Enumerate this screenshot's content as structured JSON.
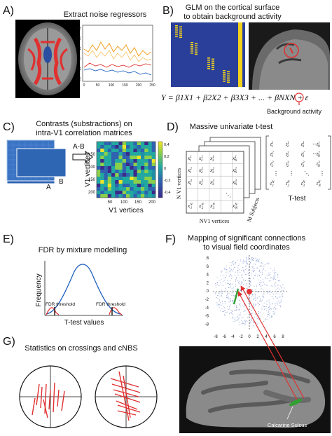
{
  "panels": {
    "a": {
      "letter": "A)",
      "title": "Extract noise regressors",
      "y_ticks": [
        "0.3",
        "0.2",
        "0.1",
        "0",
        "-0.1",
        "-0.2"
      ],
      "x_ticks": [
        "0",
        "50",
        "100",
        "150",
        "200",
        "250"
      ]
    },
    "b": {
      "letter": "B)",
      "title_line1": "GLM on the cortical surface",
      "title_line2": "to obtain background activity",
      "equation": "Y = β1X1 + β2X2 + β3X3 + ... + βNXN + ε",
      "epsilon_label": "Background activity"
    },
    "c": {
      "letter": "C)",
      "title_line1": "Contrasts (substractions) on",
      "title_line2": "intra-V1 correlation matrices",
      "operation": "A-B",
      "label_a": "A",
      "label_b": "B",
      "y_label": "V1 vertices",
      "x_label": "V1 vertices",
      "y_ticks": [
        "50",
        "100",
        "150",
        "200"
      ],
      "x_ticks": [
        "50",
        "100",
        "150",
        "200"
      ],
      "colorbar_ticks": [
        "0.4",
        "0.2",
        "0",
        "-0.2",
        "-0.4"
      ]
    },
    "d": {
      "letter": "D)",
      "title": "Massive univariate t-test",
      "left_axis": "N V1 vertices",
      "bottom_axis": "NV1 vertices",
      "depth_axis": "M Subjects",
      "result_label": "T-test"
    },
    "e": {
      "letter": "E)",
      "title": "FDR by mixture modelling",
      "y_label": "Frequency",
      "x_label": "T-test values",
      "threshold_left": "FDR threshold",
      "threshold_right": "FDR threshold"
    },
    "f": {
      "letter": "F)",
      "title_line1": "Mapping of significant connections",
      "title_line2": "to visual field coordinates",
      "y_ticks": [
        "8",
        "6",
        "4",
        "2",
        "0",
        "-2",
        "-4",
        "-6",
        "-8"
      ],
      "x_ticks": [
        "-8",
        "-6",
        "-4",
        "-2",
        "0",
        "2",
        "4",
        "6",
        "8"
      ],
      "sulcus_label": "Calcarine Sulcus"
    },
    "g": {
      "letter": "G)",
      "title": "Statistics on crossings and cNBS"
    }
  },
  "colors": {
    "orange": "#f0a020",
    "blue": "#2060c0",
    "red": "#e03030",
    "navy": "#2a3f9a",
    "yellow": "#f2d21a",
    "green": "#30a030"
  }
}
